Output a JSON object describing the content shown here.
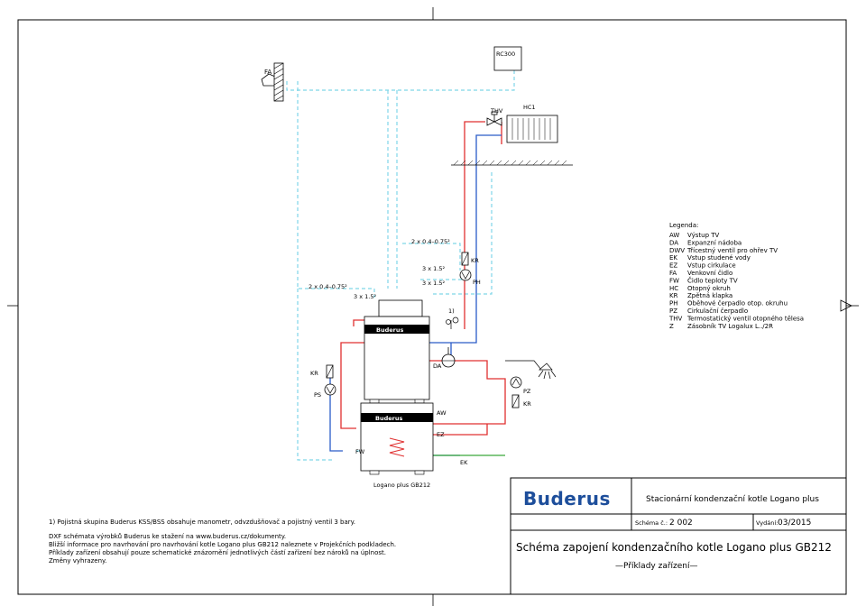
{
  "labels": {
    "rc300": "RC300",
    "fa": "FA",
    "hc1": "HC1",
    "thv": "THV",
    "kr_top": "KR",
    "ph": "PH",
    "da": "DA",
    "kr_left": "KR",
    "ps": "PS",
    "pz": "PZ",
    "kr_right": "KR",
    "aw": "AW",
    "ez": "EZ",
    "fw": "FW",
    "ek": "EK",
    "cable_left": "2 x 0.4–0.75²",
    "cable_left_b": "3 x 1.5²",
    "cable_mid_top": "2 x 0.4–0.75²",
    "cable_mid_1": "3 x 1.5²",
    "cable_mid_2": "3 x 1.5²",
    "footnote_marker": "1)",
    "boiler_brand": "Buderus",
    "boiler_caption": "Logano plus GB212"
  },
  "legend": {
    "title": "Legenda:",
    "items": [
      {
        "code": "AW",
        "text": "Výstup TV"
      },
      {
        "code": "DA",
        "text": "Expanzní nádoba"
      },
      {
        "code": "DWV",
        "text": "Třícestný ventil pro ohřev TV"
      },
      {
        "code": "EK",
        "text": "Vstup studené vody"
      },
      {
        "code": "EZ",
        "text": "Vstup cirkulace"
      },
      {
        "code": "FA",
        "text": "Venkovní čidlo"
      },
      {
        "code": "FW",
        "text": "Čidlo teploty TV"
      },
      {
        "code": "HC",
        "text": "Otopný okruh"
      },
      {
        "code": "KR",
        "text": "Zpětná klapka"
      },
      {
        "code": "PH",
        "text": "Oběhové čerpadlo otop. okruhu"
      },
      {
        "code": "PZ",
        "text": "Cirkulační čerpadlo"
      },
      {
        "code": "THV",
        "text": "Termostatický ventil otopného tělesa"
      },
      {
        "code": "Z",
        "text": "Zásobník TV Logalux L../2R"
      }
    ]
  },
  "notes": [
    "1) Pojistná skupina Buderus KSS/BSS obsahuje manometr, odvzdušňovač a pojistný ventil 3 bary.",
    "DXF schémata výrobků Buderus ke stažení na www.buderus.cz/dokumenty.",
    "Bližší informace pro navrhování pro navrhování kotle Logano plus GB212 naleznete v Projekčních podkladech.",
    "Příklady zařízení obsahují pouze schematické znázornění jednotlivých částí zařízení bez nároků na úplnost.",
    "Změny vyhrazeny."
  ],
  "title_block": {
    "brand": "Buderus",
    "product": "Stacionární kondenzační kotle Logano plus",
    "scheme_label": "Schéma č.:",
    "scheme_number": "2 002",
    "issue_label": "Vydání:",
    "issue_date": "03/2015",
    "main_title": "Schéma zapojení kondenzačního kotle Logano plus GB212",
    "subtitle": "—Příklady zařízení—"
  },
  "colors": {
    "red": "#e03030",
    "blue": "#2a5cc8",
    "cyan_dashed": "#7fd6e8",
    "green": "#3aa83a",
    "brand_blue": "#1d4e9b"
  }
}
